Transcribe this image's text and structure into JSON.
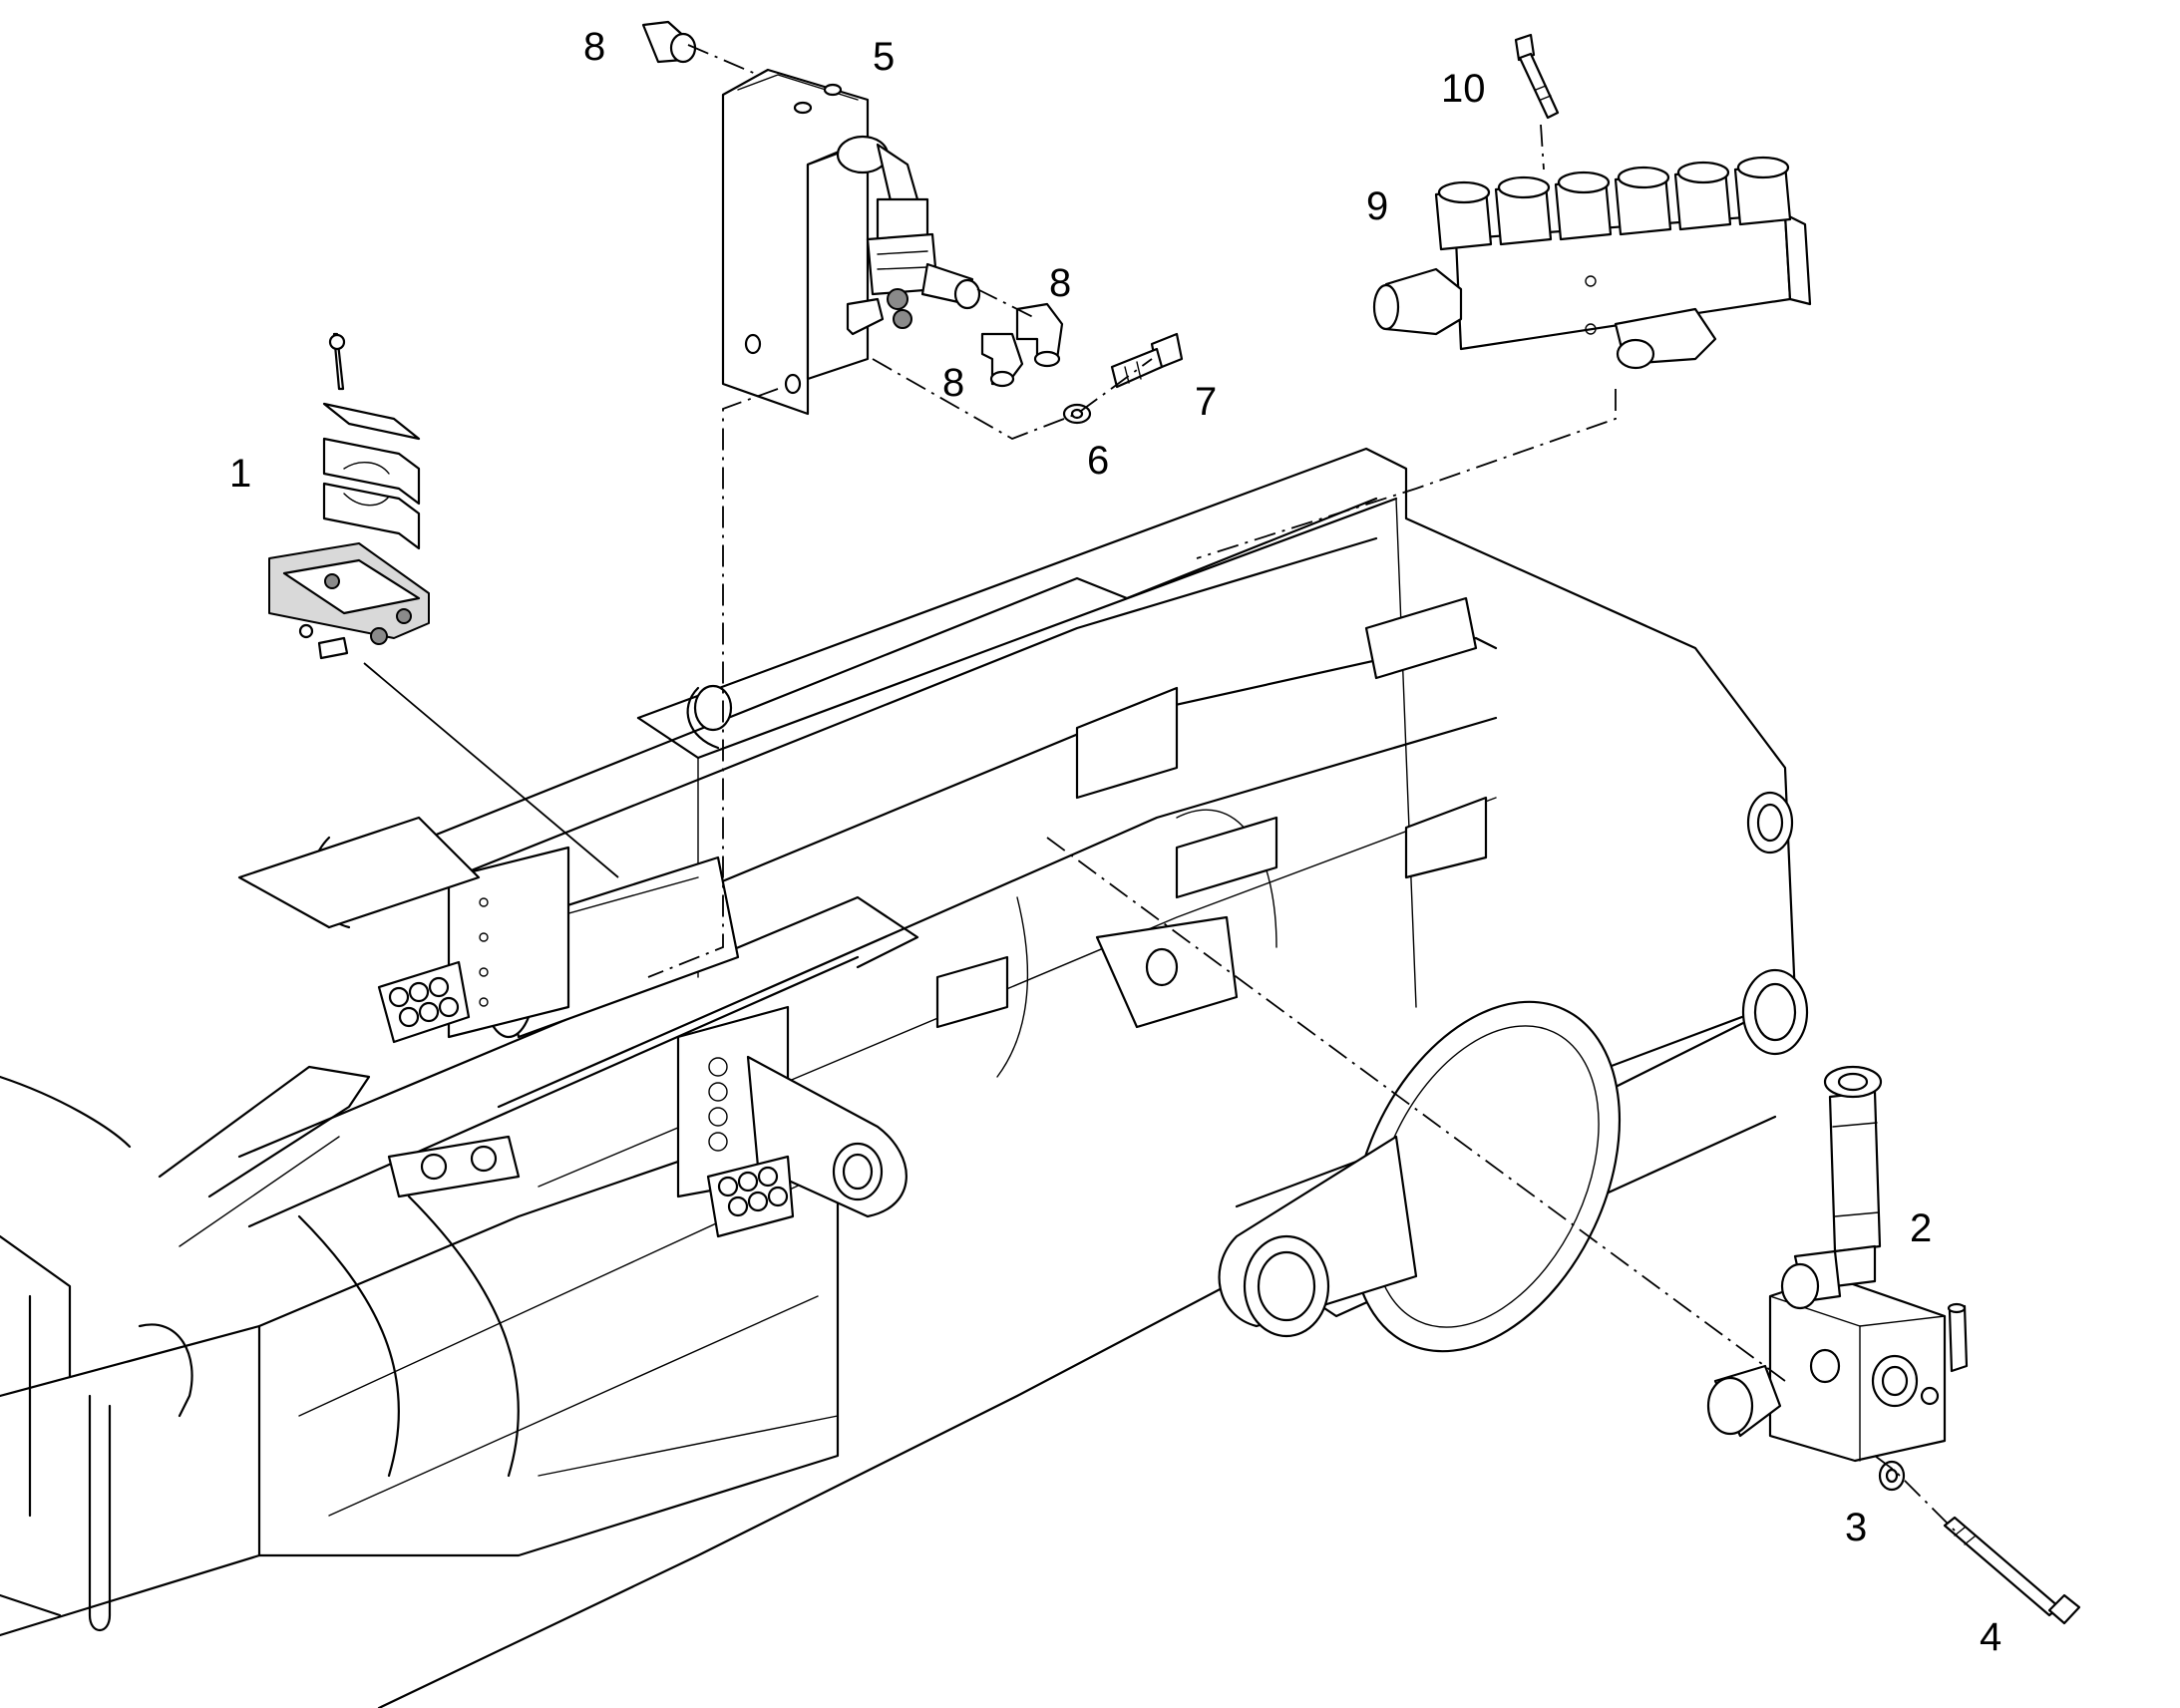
{
  "callouts": [
    {
      "id": "1",
      "label": "1"
    },
    {
      "id": "2",
      "label": "2"
    },
    {
      "id": "3",
      "label": "3"
    },
    {
      "id": "4",
      "label": "4"
    },
    {
      "id": "5",
      "label": "5"
    },
    {
      "id": "6",
      "label": "6"
    },
    {
      "id": "7",
      "label": "7"
    },
    {
      "id": "8a",
      "label": "8"
    },
    {
      "id": "8b",
      "label": "8"
    },
    {
      "id": "8c",
      "label": "8"
    },
    {
      "id": "9",
      "label": "9"
    },
    {
      "id": "10",
      "label": "10"
    }
  ]
}
